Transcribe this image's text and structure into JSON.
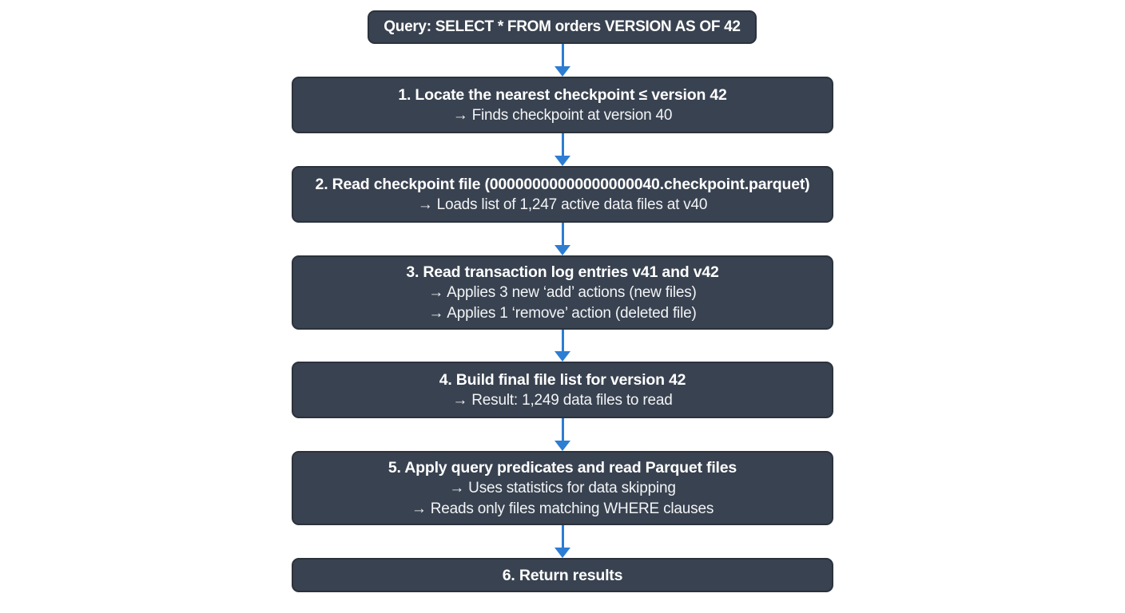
{
  "diagram": {
    "query_box": {
      "text": "Query: SELECT * FROM orders VERSION AS OF 42"
    },
    "steps": [
      {
        "title": "1. Locate the nearest checkpoint ≤ version 42",
        "details": [
          "→ Finds checkpoint at version 40"
        ]
      },
      {
        "title": "2. Read checkpoint file (00000000000000000040.checkpoint.parquet)",
        "details": [
          "→ Loads list of 1,247 active data files at v40"
        ]
      },
      {
        "title": "3. Read transaction log entries v41 and v42",
        "details": [
          "→ Applies 3 new ‘add’ actions (new files)",
          "→ Applies 1 ‘remove’ action (deleted file)"
        ]
      },
      {
        "title": "4. Build final file list for version 42",
        "details": [
          "→ Result: 1,249 data files to read"
        ]
      },
      {
        "title": "5. Apply query predicates and read Parquet files",
        "details": [
          "→ Uses statistics for data skipping",
          "→ Reads only files matching WHERE clauses"
        ]
      },
      {
        "title": "6. Return results",
        "details": []
      }
    ],
    "colors": {
      "box_background": "#394250",
      "box_border": "#2b323c",
      "title_text": "#ffffff",
      "detail_text": "#f2f4f6",
      "arrow": "#2d7dd2",
      "page_background": "#ffffff"
    }
  }
}
